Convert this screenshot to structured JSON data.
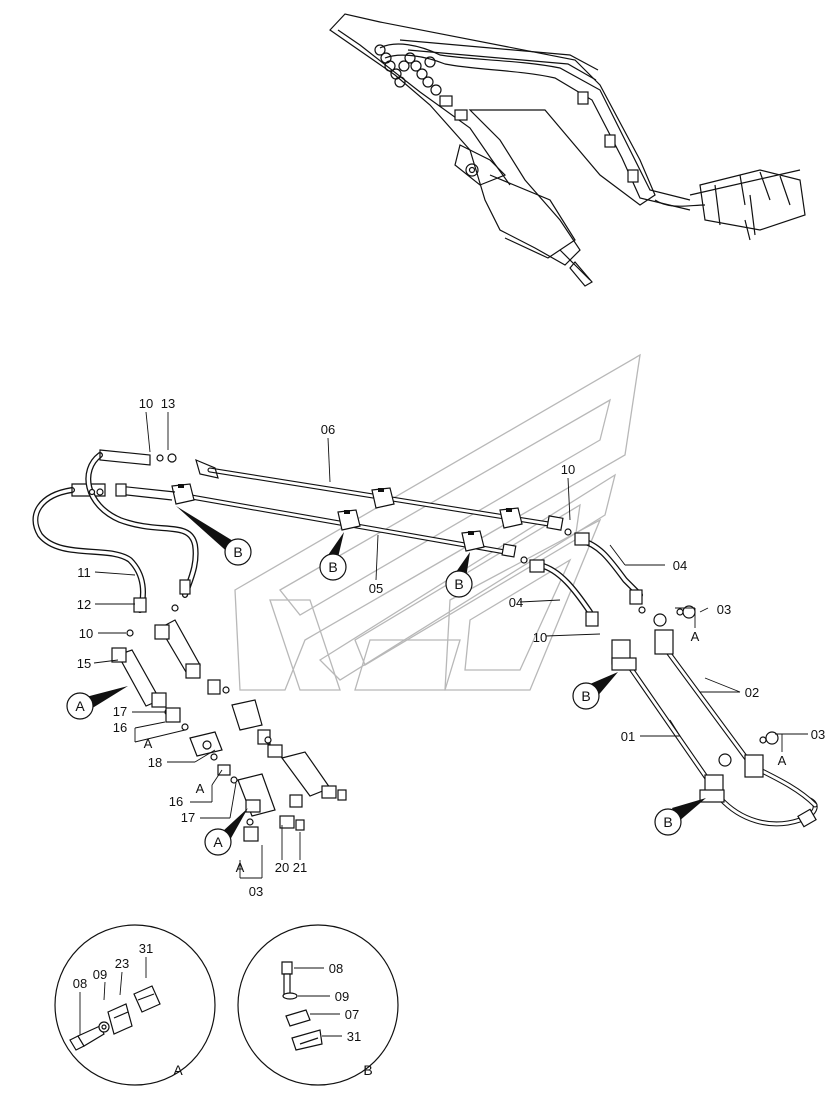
{
  "callouts": {
    "c10a": "10",
    "c13": "13",
    "c06": "06",
    "c10b": "10",
    "c04a": "04",
    "c11": "11",
    "c12": "12",
    "c10c": "10",
    "c15": "15",
    "c05": "05",
    "c04b": "04",
    "c03a": "03",
    "cA1": "A",
    "c10d": "10",
    "c02": "02",
    "c01": "01",
    "c03b": "03",
    "cA2": "A",
    "c17a": "17",
    "c16a": "16",
    "cA3": "A",
    "c18": "18",
    "c16b": "16",
    "cA4": "A",
    "c17b": "17",
    "c20": "20",
    "c21": "21",
    "cA5": "A",
    "c03c": "03"
  },
  "markers": {
    "mA1": "A",
    "mA2": "A",
    "mB1": "B",
    "mB2": "B",
    "mB3": "B",
    "mB4": "B",
    "mB5": "B"
  },
  "detail_a": {
    "caption": "A",
    "c08": "08",
    "c09": "09",
    "c23": "23",
    "c31": "31"
  },
  "detail_b": {
    "caption": "B",
    "c08": "08",
    "c09": "09",
    "c07": "07",
    "c31": "31"
  }
}
